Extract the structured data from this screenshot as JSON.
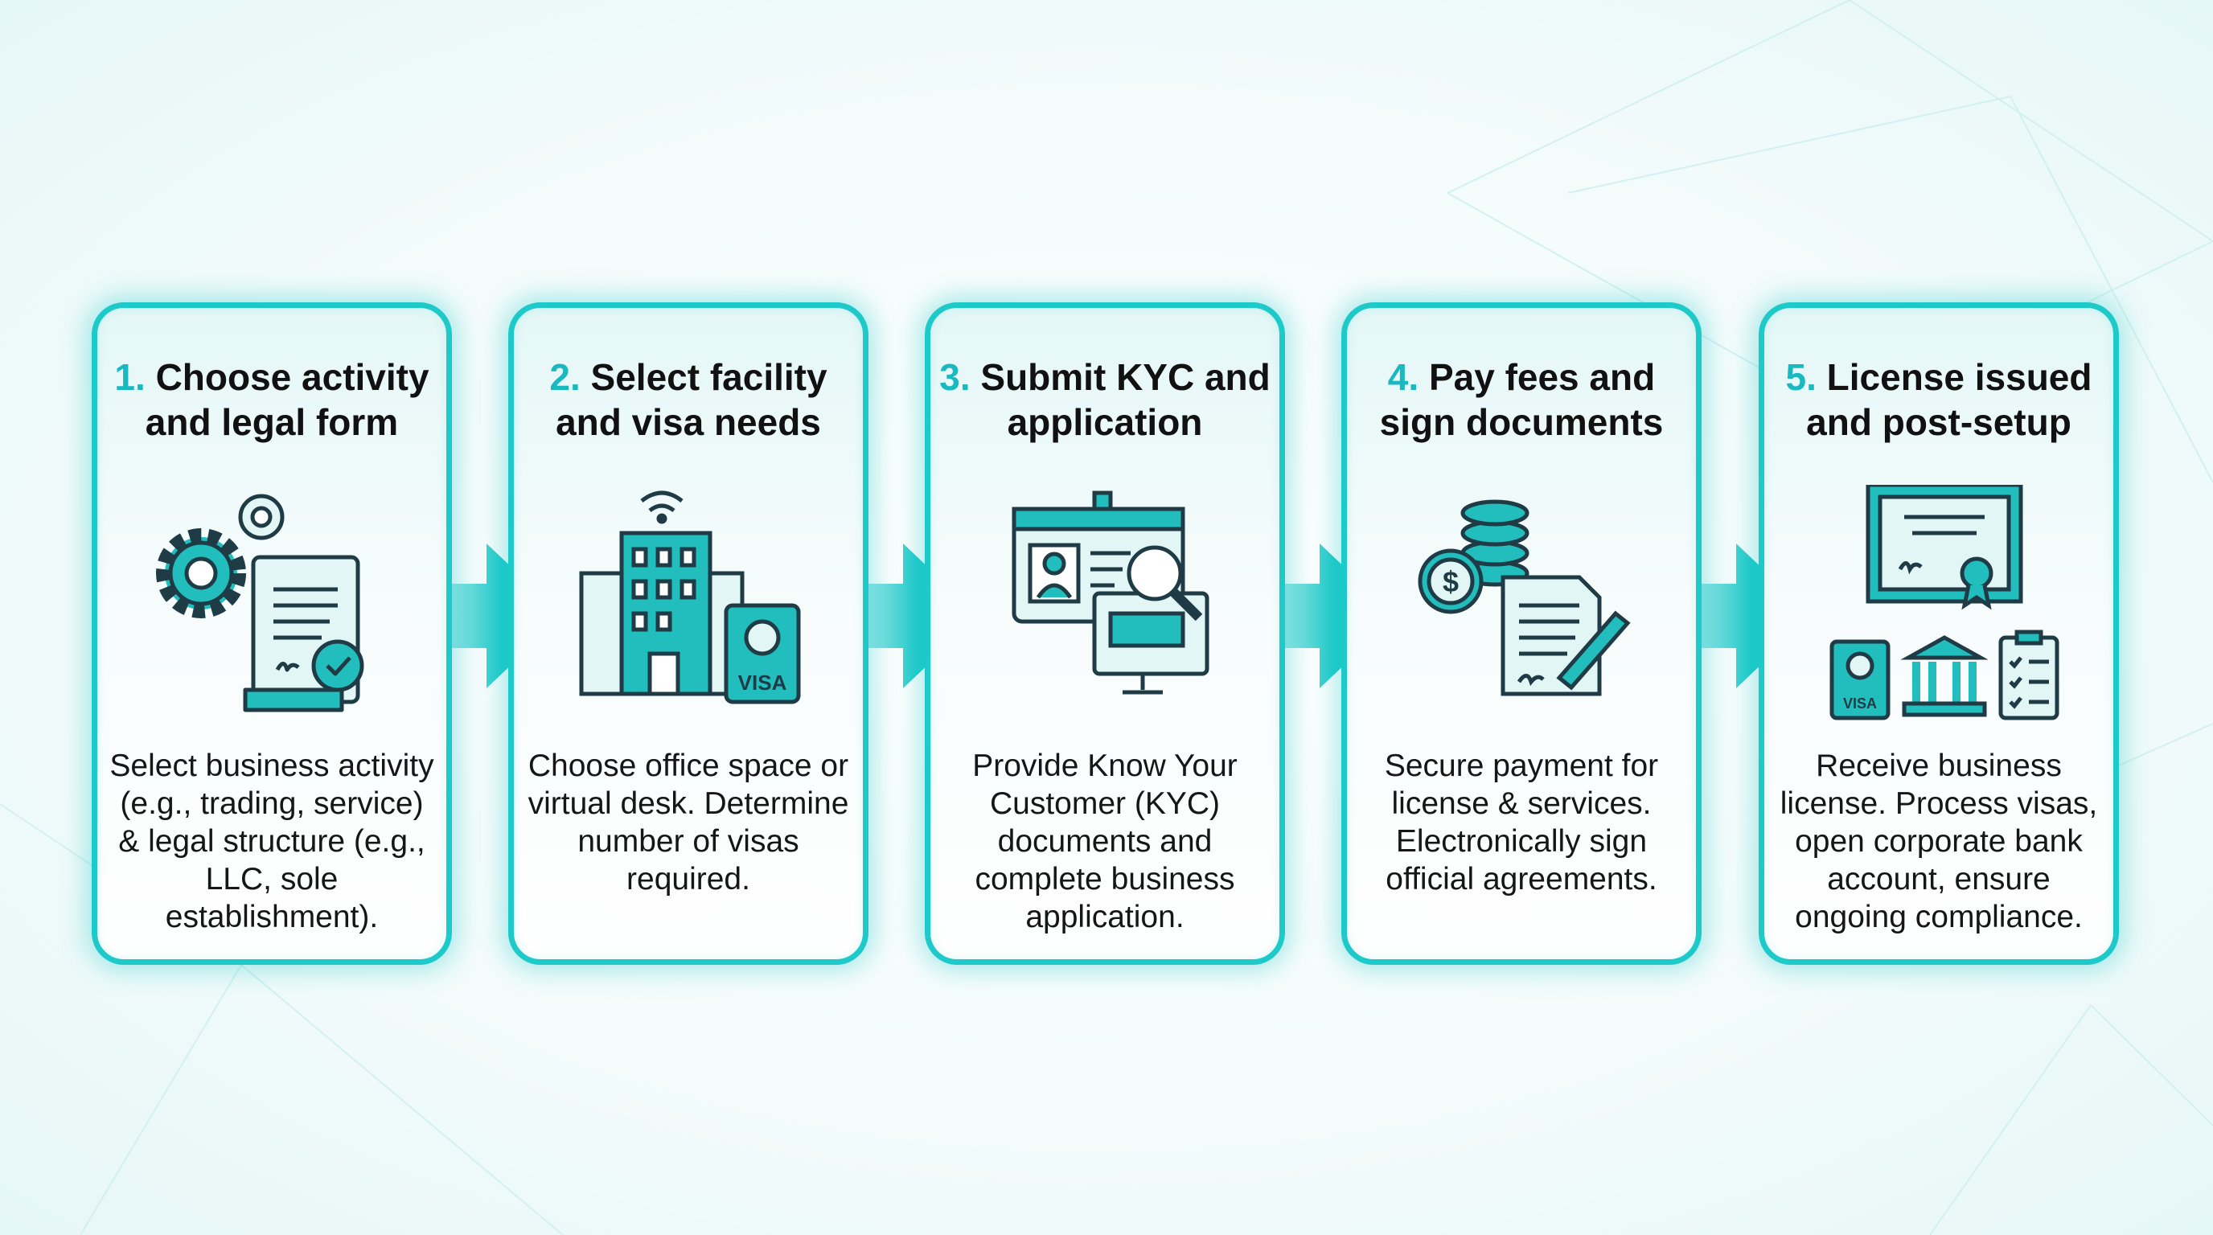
{
  "steps": [
    {
      "number": "1.",
      "title": "Choose activity and legal form",
      "description": "Select business activity (e.g., trading, service) & legal structure (e.g., LLC, sole establishment).",
      "icon": "gears-document-check-icon"
    },
    {
      "number": "2.",
      "title": "Select facility and visa needs",
      "description": "Choose office space or virtual desk. Determine number of visas required.",
      "icon": "building-visa-icon",
      "visa_label": "VISA"
    },
    {
      "number": "3.",
      "title": "Submit KYC and application",
      "description": "Provide Know Your Customer (KYC) documents and complete business application.",
      "icon": "id-card-search-icon"
    },
    {
      "number": "4.",
      "title": "Pay fees and sign documents",
      "description": "Secure payment for license & services. Electronically sign official agreements.",
      "icon": "coins-document-pen-icon",
      "currency_symbol": "$"
    },
    {
      "number": "5.",
      "title": "License issued and post-setup",
      "description": "Receive business license. Process visas, open corporate bank account, ensure ongoing compliance.",
      "icon": "certificate-bank-checklist-icon",
      "visa_label": "VISA"
    }
  ],
  "colors": {
    "accent": "#1ec9c9",
    "number": "#1ab9c0",
    "outline": "#1f3b45",
    "fill_light": "#e3f6f6"
  }
}
